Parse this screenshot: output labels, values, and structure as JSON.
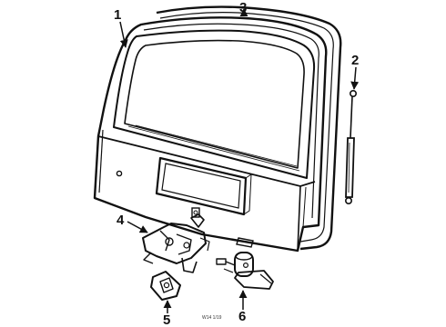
{
  "diagram": {
    "callouts": [
      {
        "id": "1",
        "part": "liftgate-panel"
      },
      {
        "id": "2",
        "part": "support-strut"
      },
      {
        "id": "3",
        "part": "weatherstrip-seal"
      },
      {
        "id": "4",
        "part": "latch-assembly"
      },
      {
        "id": "5",
        "part": "striker"
      },
      {
        "id": "6",
        "part": "lock-actuator"
      }
    ],
    "reference_code": "W14 1/19"
  },
  "colors": {
    "ink": "#111111",
    "paper": "#ffffff"
  }
}
